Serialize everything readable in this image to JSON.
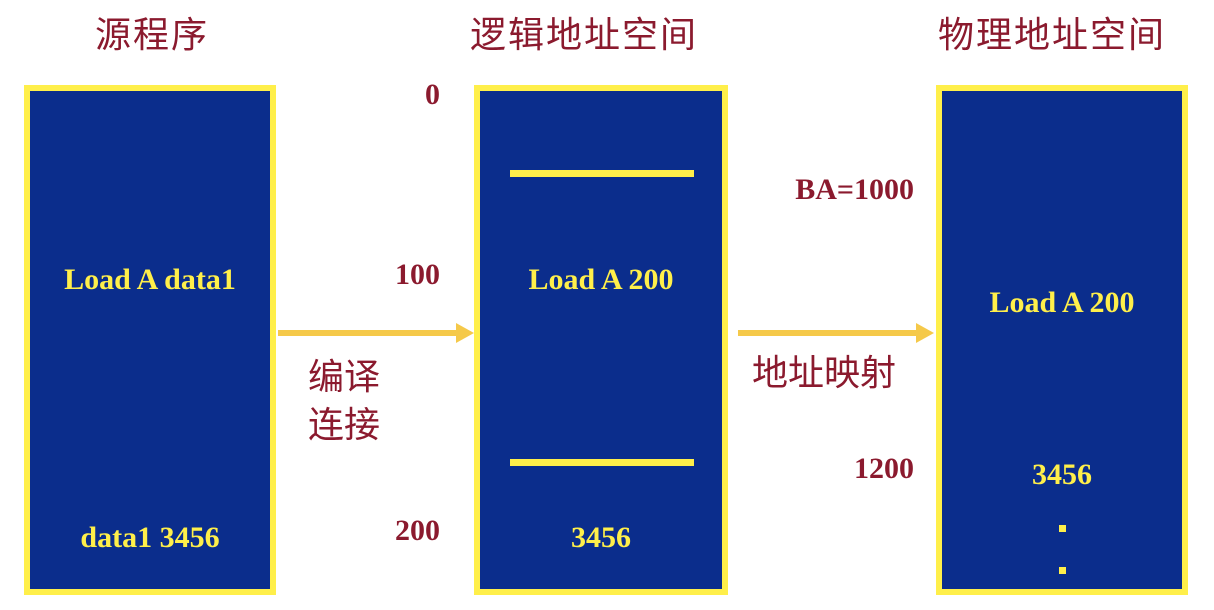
{
  "headings": {
    "source": "源程序",
    "logical": "逻辑地址空间",
    "physical": "物理地址空间"
  },
  "source_box": {
    "instruction": "Load A data1",
    "data": "data1 3456"
  },
  "logical_box": {
    "instruction": "Load A 200",
    "data": "3456"
  },
  "physical_box": {
    "instruction": "Load A 200",
    "data": "3456"
  },
  "logical_addresses": {
    "start": "0",
    "instruction": "100",
    "data": "200"
  },
  "physical_addresses": {
    "base": "BA=1000",
    "data": "1200"
  },
  "arrows": {
    "compile_line1": "编译",
    "compile_line2": "连接",
    "mapping": "地址映射"
  },
  "colors": {
    "box_fill": "#0b2d8c",
    "box_border": "#ffef4a",
    "arrow": "#f5c94a",
    "label": "#8b1a2e"
  }
}
